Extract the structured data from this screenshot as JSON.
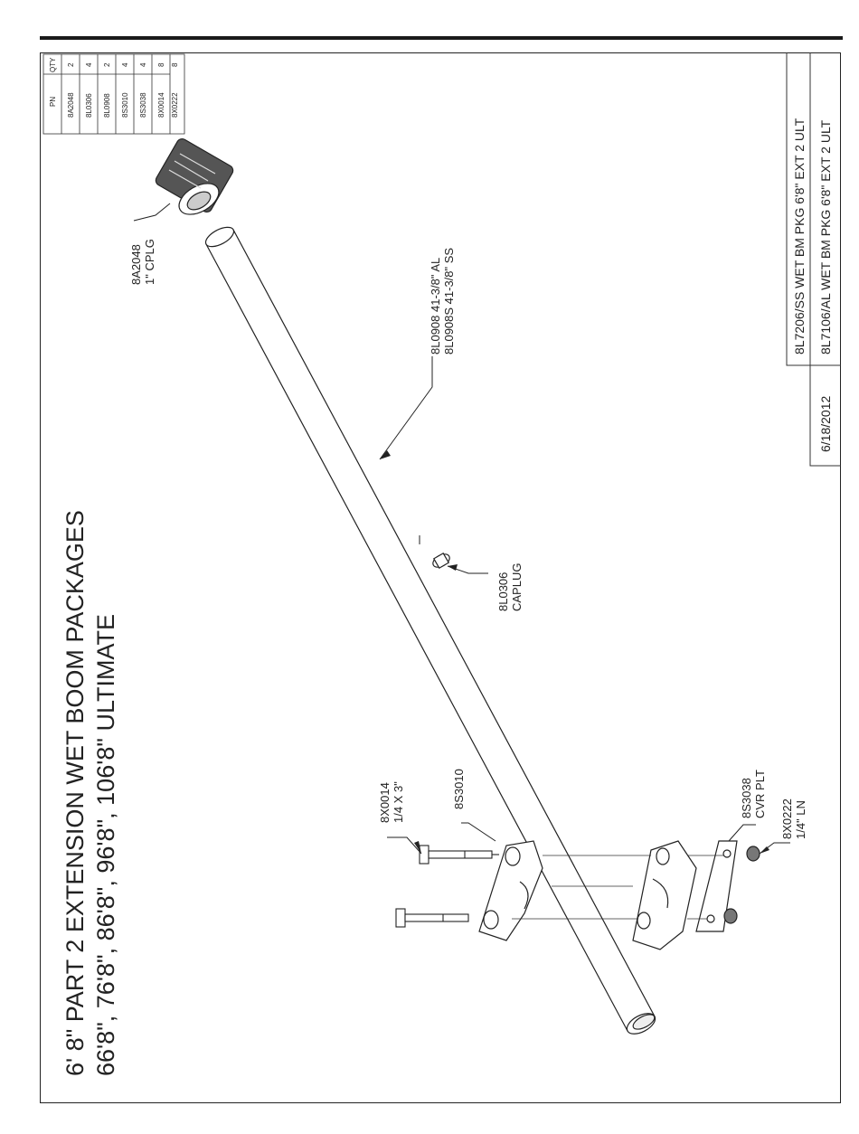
{
  "title": {
    "line1": "6' 8\" PART 2 EXTENSION WET BOOM PACKAGES",
    "line2": "66'8\", 76'8\", 86'8\", 96'8\", 106'8\" ULTIMATE"
  },
  "parts_table": {
    "headers": {
      "pn": "PN",
      "qty": "QTY"
    },
    "rows": [
      {
        "pn": "8A2048",
        "qty": "2"
      },
      {
        "pn": "8L0306",
        "qty": "4"
      },
      {
        "pn": "8L0908",
        "qty": "2"
      },
      {
        "pn": "8S3010",
        "qty": "4"
      },
      {
        "pn": "8S3038",
        "qty": "4"
      },
      {
        "pn": "8X0014",
        "qty": "8"
      },
      {
        "pn": "8X0222",
        "qty": "8"
      }
    ]
  },
  "title_block": {
    "date": "6/18/2012",
    "line_ss": "8L7206/SS WET BM PKG 6'8\" EXT 2 ULT",
    "line_al": "8L7106/AL WET BM PKG 6'8\" EXT 2 ULT"
  },
  "callouts": {
    "coupling": {
      "pn": "8A2048",
      "desc": "1\" CPLG"
    },
    "tube": {
      "line1": "8L0908  41-3/8\" AL",
      "line2": "8L0908S 41-3/8\" SS"
    },
    "caplug": {
      "pn": "8L0306",
      "desc": "CAPLUG"
    },
    "bolt": {
      "pn": "8X0014",
      "desc": "1/4 X 3\""
    },
    "clamp": {
      "pn": "8S3010"
    },
    "cover_plate": {
      "pn": "8S3038",
      "desc": "CVR PLT"
    },
    "locknut": {
      "pn": "8X0222",
      "desc": "1/4\" LN"
    }
  }
}
